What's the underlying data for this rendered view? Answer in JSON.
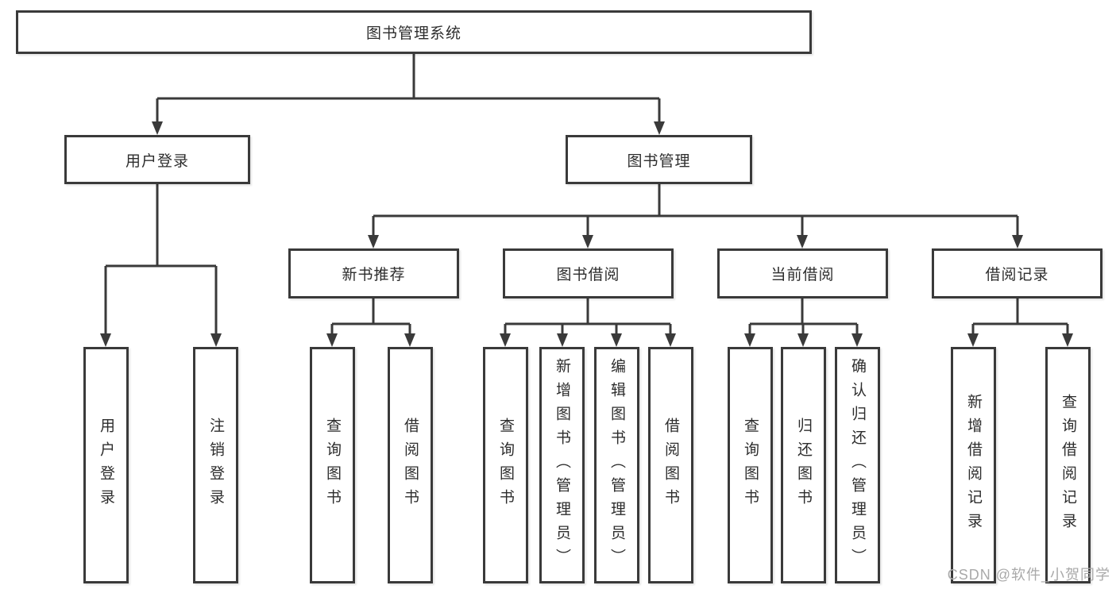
{
  "diagram": {
    "root": {
      "label": "图书管理系统"
    },
    "branches": [
      {
        "label": "用户登录",
        "children": [
          {
            "label": "用户登录"
          },
          {
            "label": "注销登录"
          }
        ]
      },
      {
        "label": "图书管理",
        "groups": [
          {
            "label": "新书推荐",
            "children": [
              {
                "label": "查询图书"
              },
              {
                "label": "借阅图书"
              }
            ]
          },
          {
            "label": "图书借阅",
            "children": [
              {
                "label": "查询图书"
              },
              {
                "label": "新增图书（管理员）"
              },
              {
                "label": "编辑图书（管理员）"
              },
              {
                "label": "借阅图书"
              }
            ]
          },
          {
            "label": "当前借阅",
            "children": [
              {
                "label": "查询图书"
              },
              {
                "label": "归还图书"
              },
              {
                "label": "确认归还（管理员）"
              }
            ]
          },
          {
            "label": "借阅记录",
            "children": [
              {
                "label": "新增借阅记录"
              },
              {
                "label": "查询借阅记录"
              }
            ]
          }
        ]
      }
    ],
    "colors": {
      "line": "#3a3a3a",
      "text": "#2d2d2d",
      "node_background": "#ffffff",
      "watermark": "#a9a9a9"
    }
  },
  "watermark": {
    "text": "CSDN @软件_小贺同学"
  }
}
